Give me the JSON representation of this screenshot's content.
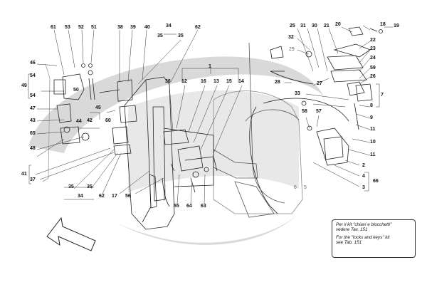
{
  "note": {
    "italian": "Per il kit \"chiavi e blocchetti\"\nvedere Tav. 151",
    "english": "For the \"locks and keys\" kit\nsee Tab. 151"
  },
  "callouts": {
    "n1": "1",
    "n2": "2",
    "n3": "3",
    "n4": "4",
    "n5": "5",
    "n6": "6",
    "n7": "7",
    "n8": "8",
    "n9": "9",
    "n10": "10",
    "n11a": "11",
    "n11b": "11",
    "n12": "12",
    "n13": "13",
    "n14": "14",
    "n15": "15",
    "n16": "16",
    "n17": "17",
    "n18": "18",
    "n19": "19",
    "n20": "20",
    "n21": "21",
    "n22": "22",
    "n23": "23",
    "n24": "24",
    "n25": "25",
    "n26": "26",
    "n27": "27",
    "n28": "28",
    "n29": "29",
    "n30": "30",
    "n31": "31",
    "n32": "32",
    "n33": "33",
    "n34a": "34",
    "n34b": "34",
    "n35a": "35",
    "n35b": "35",
    "n35c": "35",
    "n35d": "35",
    "n36": "36",
    "n37": "37",
    "n38": "38",
    "n39": "39",
    "n40": "40",
    "n41": "41",
    "n42": "42",
    "n43": "43",
    "n44": "44",
    "n45": "45",
    "n46": "46",
    "n47": "47",
    "n48": "48",
    "n49": "49",
    "n50": "50",
    "n51": "51",
    "n52": "52",
    "n53": "53",
    "n54a": "54",
    "n54b": "54",
    "n55": "55",
    "n56": "56",
    "n57": "57",
    "n58": "58",
    "n59": "59",
    "n60": "60",
    "n61": "61",
    "n62a": "62",
    "n62b": "62",
    "n63": "63",
    "n64": "64",
    "n65": "65",
    "n66": "66"
  }
}
